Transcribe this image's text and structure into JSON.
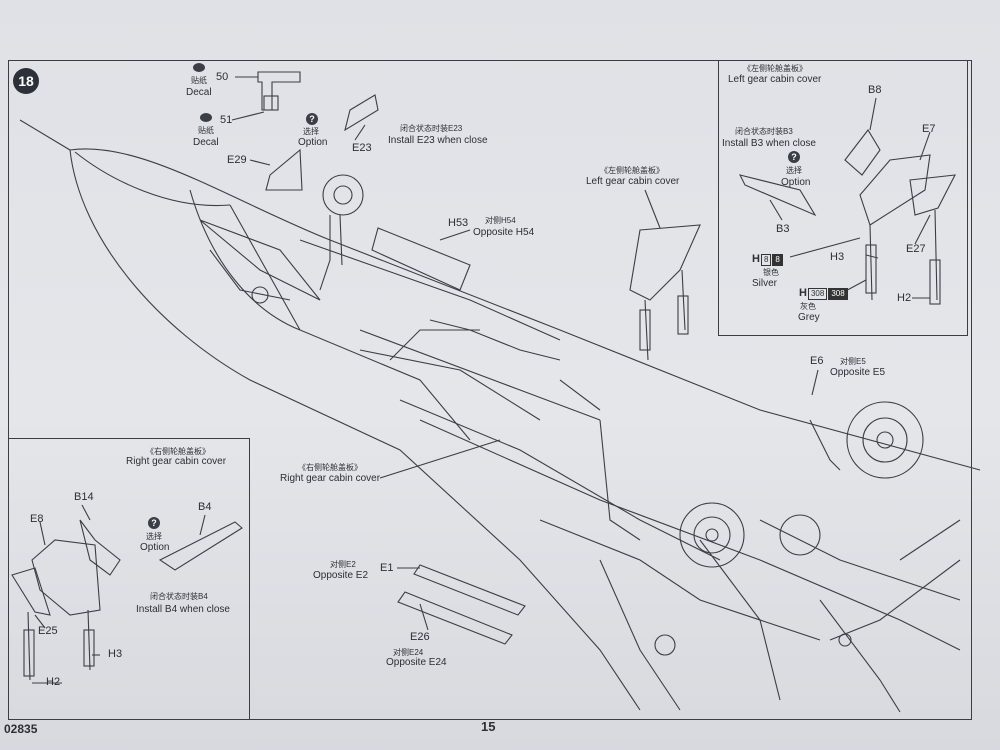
{
  "step": "18",
  "labels": {
    "decal_cn": "贴纸",
    "decal_en": "Decal",
    "p50": "50",
    "p51": "51",
    "opt_q": "?",
    "option_cn": "选择",
    "option_en": "Option",
    "E29": "E29",
    "E23": "E23",
    "install_e23_cn": "闭合状态时装E23",
    "install_e23_en": "Install E23 when close",
    "H53": "H53",
    "opp_h54_cn": "对侧H54",
    "opp_h54_en": "Opposite H54",
    "left_cover_cn": "《左侧轮舱盖板》",
    "left_cover_en": "Left gear cabin cover",
    "right_cover_cn": "《右侧轮舱盖板》",
    "right_cover_en": "Right gear cabin cover",
    "E6": "E6",
    "opp_e5_cn": "对侧E5",
    "opp_e5_en": "Opposite E5",
    "opp_e2_cn": "对侧E2",
    "opp_e2_en": "Opposite E2",
    "E1": "E1",
    "E26": "E26",
    "opp_e24_cn": "对侧E24",
    "opp_e24_en": "Opposite E24",
    "B14": "B14",
    "B4": "B4",
    "E8": "E8",
    "install_b4_cn": "闭合状态时装B4",
    "install_b4_en": "Install B4 when close",
    "E25": "E25",
    "H3": "H3",
    "H2": "H2",
    "B8": "B8",
    "install_b3_cn": "闭合状态时装B3",
    "install_b3_en": "Install B3 when close",
    "E7": "E7",
    "B3": "B3",
    "E27": "E27",
    "H": "H"
  },
  "colors": {
    "silver_code": "8",
    "silver_cn": "银色",
    "silver_en": "Silver",
    "grey_code": "308",
    "grey_cn": "灰色",
    "grey_en": "Grey"
  },
  "footer": {
    "kit_number": "02835",
    "page_number": "15"
  }
}
